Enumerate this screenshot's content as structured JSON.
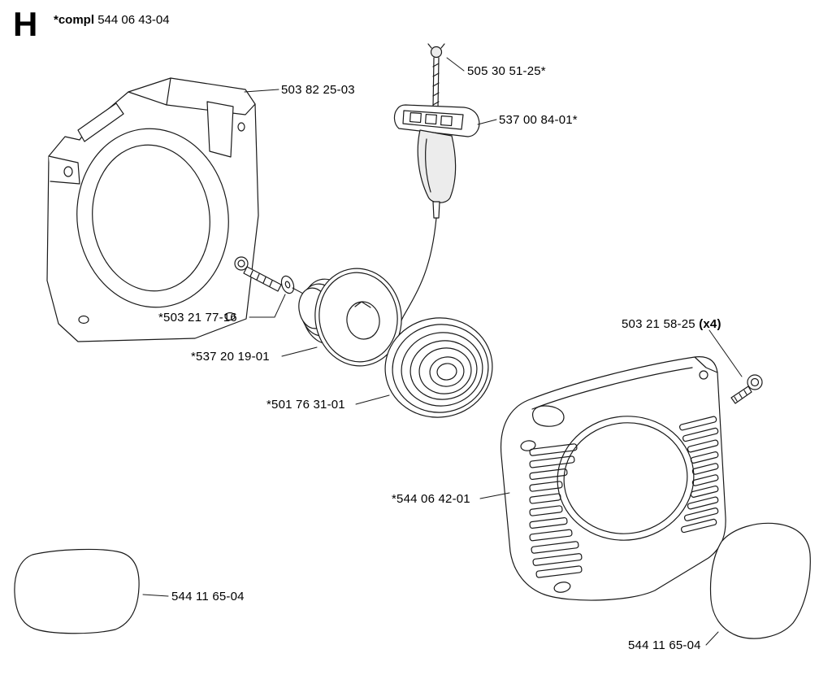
{
  "header": {
    "section_letter": "H",
    "compl_prefix": "*compl",
    "compl_number": "544 06 43-04"
  },
  "labels": {
    "fan_housing": "503 82 25-03",
    "starter_rope": "505 30 51-25*",
    "starter_handle": "537 00 84-01*",
    "screw_washer": "*503 21 77-16",
    "starter_pulley": "*537 20 19-01",
    "recoil_spring": "*501 76 31-01",
    "cover_screw": "503 21 58-25",
    "cover_screw_qty": "(x4)",
    "starter_cover": "*544 06 42-01",
    "decal_left": "544 11 65-04",
    "decal_right": "544 11 65-04"
  },
  "colors": {
    "line": "#1a1a1a",
    "fill": "#ffffff",
    "shade": "#ececec"
  }
}
